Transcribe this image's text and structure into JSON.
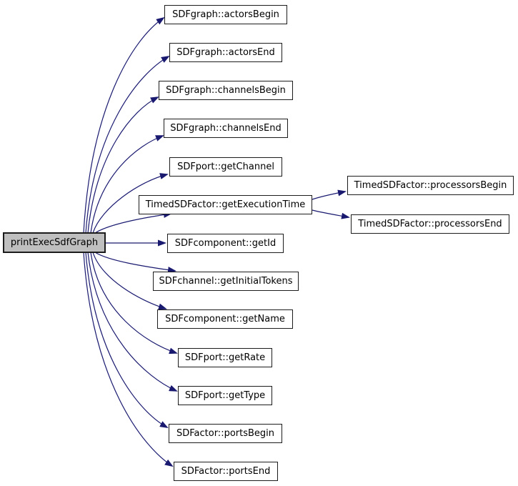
{
  "diagram": {
    "type": "call-graph",
    "colors": {
      "edge_color": "#191970",
      "node_border": "#1c1c1c",
      "node_fill": "#ffffff",
      "focus_fill": "#bfbfbf",
      "text": "#000000",
      "background": "#ffffff"
    },
    "nodes": [
      {
        "id": "printExecSdfGraph",
        "label": "printExecSdfGraph",
        "role": "focus"
      },
      {
        "id": "sdfgraph-actorsBegin",
        "label": "SDFgraph::actorsBegin",
        "role": "callee"
      },
      {
        "id": "sdfgraph-actorsEnd",
        "label": "SDFgraph::actorsEnd",
        "role": "callee"
      },
      {
        "id": "sdfgraph-channelsBegin",
        "label": "SDFgraph::channelsBegin",
        "role": "callee"
      },
      {
        "id": "sdfgraph-channelsEnd",
        "label": "SDFgraph::channelsEnd",
        "role": "callee"
      },
      {
        "id": "sdfport-getChannel",
        "label": "SDFport::getChannel",
        "role": "callee"
      },
      {
        "id": "timedsdfactor-getExecutionTime",
        "label": "TimedSDFactor::getExecutionTime",
        "role": "callee"
      },
      {
        "id": "sdfcomponent-getId",
        "label": "SDFcomponent::getId",
        "role": "callee"
      },
      {
        "id": "sdfchannel-getInitialTokens",
        "label": "SDFchannel::getInitialTokens",
        "role": "callee"
      },
      {
        "id": "sdfcomponent-getName",
        "label": "SDFcomponent::getName",
        "role": "callee"
      },
      {
        "id": "sdfport-getRate",
        "label": "SDFport::getRate",
        "role": "callee"
      },
      {
        "id": "sdfport-getType",
        "label": "SDFport::getType",
        "role": "callee"
      },
      {
        "id": "sdfactor-portsBegin",
        "label": "SDFactor::portsBegin",
        "role": "callee"
      },
      {
        "id": "sdfactor-portsEnd",
        "label": "SDFactor::portsEnd",
        "role": "callee"
      },
      {
        "id": "timedsdfactor-processorsBegin",
        "label": "TimedSDFactor::processorsBegin",
        "role": "callee"
      },
      {
        "id": "timedsdfactor-processorsEnd",
        "label": "TimedSDFactor::processorsEnd",
        "role": "callee"
      }
    ],
    "edges": [
      {
        "from": "printExecSdfGraph",
        "to": "sdfgraph-actorsBegin"
      },
      {
        "from": "printExecSdfGraph",
        "to": "sdfgraph-actorsEnd"
      },
      {
        "from": "printExecSdfGraph",
        "to": "sdfgraph-channelsBegin"
      },
      {
        "from": "printExecSdfGraph",
        "to": "sdfgraph-channelsEnd"
      },
      {
        "from": "printExecSdfGraph",
        "to": "sdfport-getChannel"
      },
      {
        "from": "printExecSdfGraph",
        "to": "timedsdfactor-getExecutionTime"
      },
      {
        "from": "printExecSdfGraph",
        "to": "sdfcomponent-getId"
      },
      {
        "from": "printExecSdfGraph",
        "to": "sdfchannel-getInitialTokens"
      },
      {
        "from": "printExecSdfGraph",
        "to": "sdfcomponent-getName"
      },
      {
        "from": "printExecSdfGraph",
        "to": "sdfport-getRate"
      },
      {
        "from": "printExecSdfGraph",
        "to": "sdfport-getType"
      },
      {
        "from": "printExecSdfGraph",
        "to": "sdfactor-portsBegin"
      },
      {
        "from": "printExecSdfGraph",
        "to": "sdfactor-portsEnd"
      },
      {
        "from": "timedsdfactor-getExecutionTime",
        "to": "timedsdfactor-processorsBegin"
      },
      {
        "from": "timedsdfactor-getExecutionTime",
        "to": "timedsdfactor-processorsEnd"
      }
    ]
  }
}
